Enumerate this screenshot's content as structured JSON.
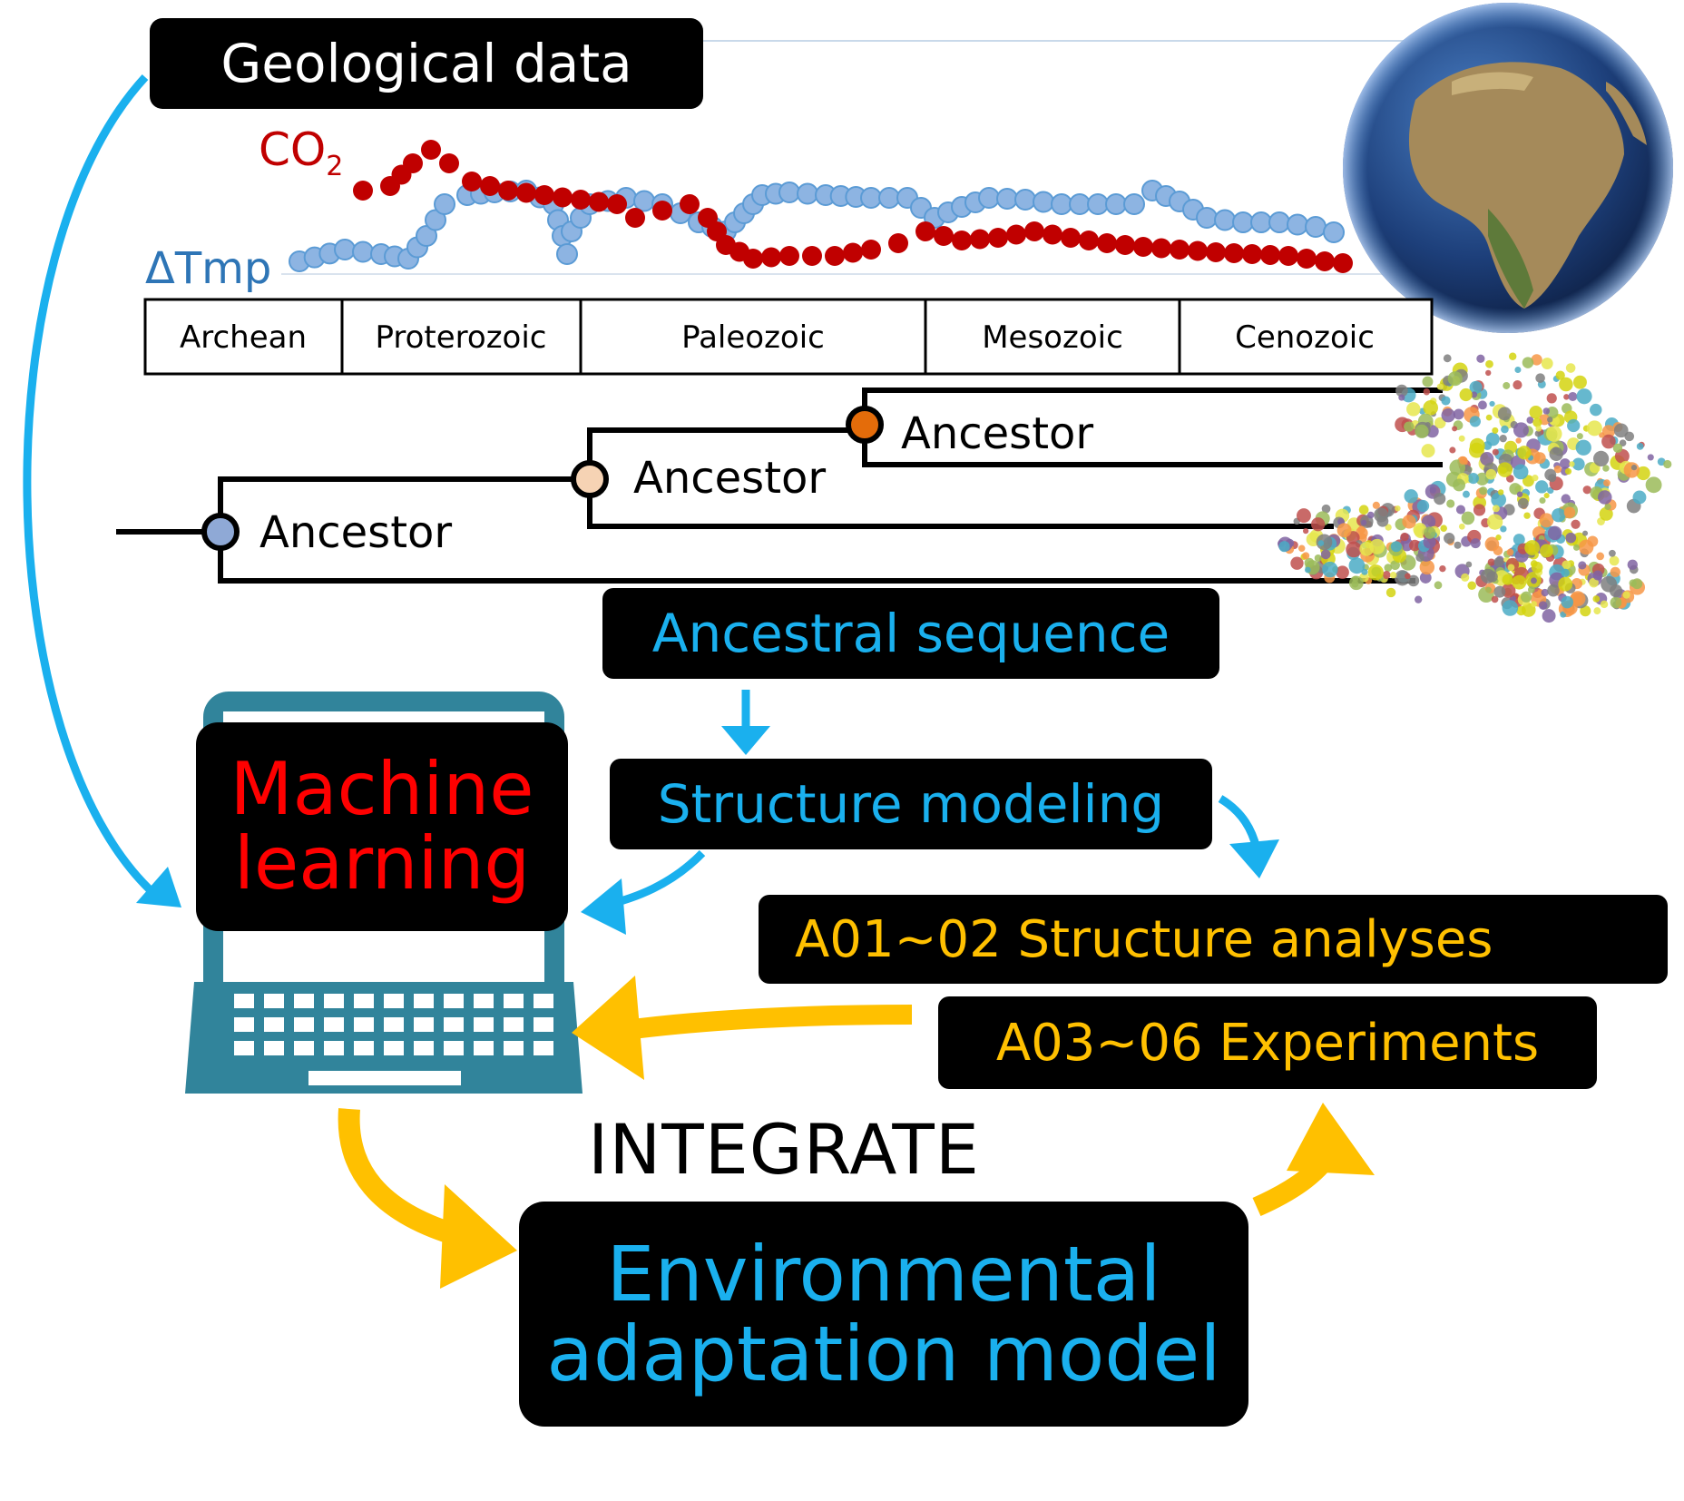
{
  "geological": {
    "title": "Geological data",
    "co2_label": "CO",
    "co2_subscript": "2",
    "tmp_label": "ΔTmp",
    "eras": [
      "Archean",
      "Proterozoic",
      "Paleozoic",
      "Mesozoic",
      "Cenozoic"
    ],
    "colors": {
      "co2": "#c00000",
      "tmp": "#5b9bd5"
    }
  },
  "tree": {
    "nodes": [
      {
        "label": "Ancestor",
        "color": "#8fa9d6"
      },
      {
        "label": "Ancestor",
        "color": "#f6d3b4"
      },
      {
        "label": "Ancestor",
        "color": "#e46c0a"
      }
    ]
  },
  "steps": {
    "ancestral_sequence": "Ancestral sequence",
    "structure_modeling": "Structure modeling",
    "structure_analyses": "A01~02 Structure analyses",
    "experiments": "A03~06 Experiments",
    "machine_learning_line1": "Machine",
    "machine_learning_line2": "learning",
    "integrate": "INTEGRATE",
    "model_line1": "Environmental",
    "model_line2": "adaptation model"
  },
  "colors": {
    "blue_text": "#1ab0ee",
    "orange_text": "#ffc000",
    "red_text": "#ff0000",
    "laptop": "#31849b",
    "arrow_blue": "#1ab0ee",
    "arrow_orange": "#ffc000"
  },
  "icons": [
    "earth-globe-icon",
    "protein-structure-icon",
    "laptop-icon"
  ]
}
